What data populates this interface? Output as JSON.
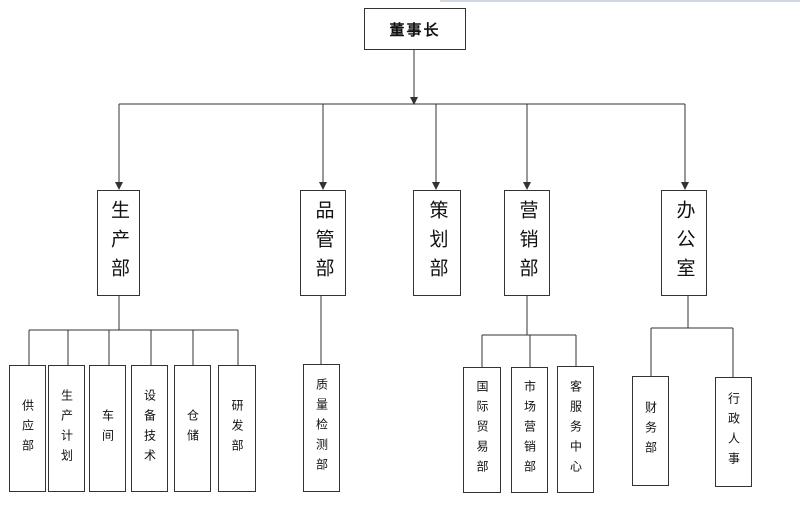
{
  "chairman": "董事长",
  "departments": [
    {
      "name": "生产部",
      "subs": [
        "供应部",
        "生产计划",
        "车间",
        "设备技术",
        "仓储",
        "研发部"
      ]
    },
    {
      "name": "品管部",
      "subs": [
        "质量检测部"
      ]
    },
    {
      "name": "策划部",
      "subs": []
    },
    {
      "name": "营销部",
      "subs": [
        "国际贸易部",
        "市场营销部",
        "客服务中心"
      ]
    },
    {
      "name": "办公室",
      "subs": [
        "财务部",
        "行政人事"
      ]
    }
  ]
}
